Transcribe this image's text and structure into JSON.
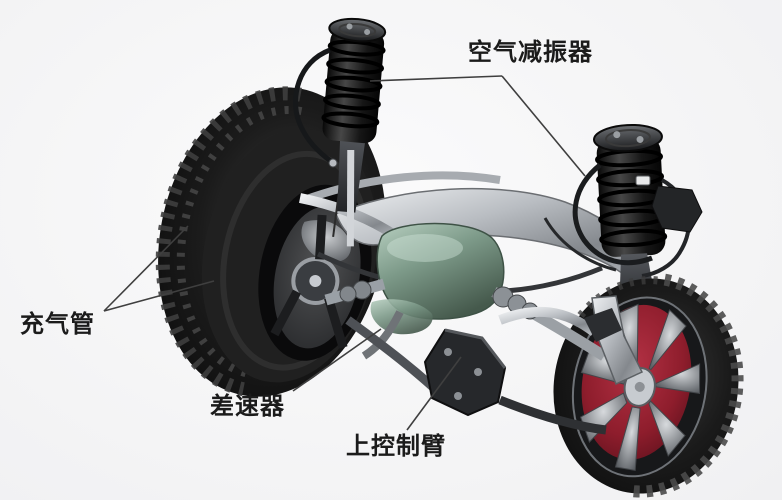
{
  "labels": {
    "air_damper": "空气减振器",
    "air_tube": "充气管",
    "differential": "差速器",
    "upper_control_arm": "上控制臂"
  },
  "colors": {
    "background": "#f5f5f6",
    "label_text": "#1b1b1b",
    "leader_line": "#3f3f3f",
    "tire_black": "#141414",
    "rim_silver": "#b9bdc2",
    "brake_disc_red": "#8e1d2c",
    "differential_green": "#7d9a89",
    "air_spring_black": "#1a1a1a"
  }
}
